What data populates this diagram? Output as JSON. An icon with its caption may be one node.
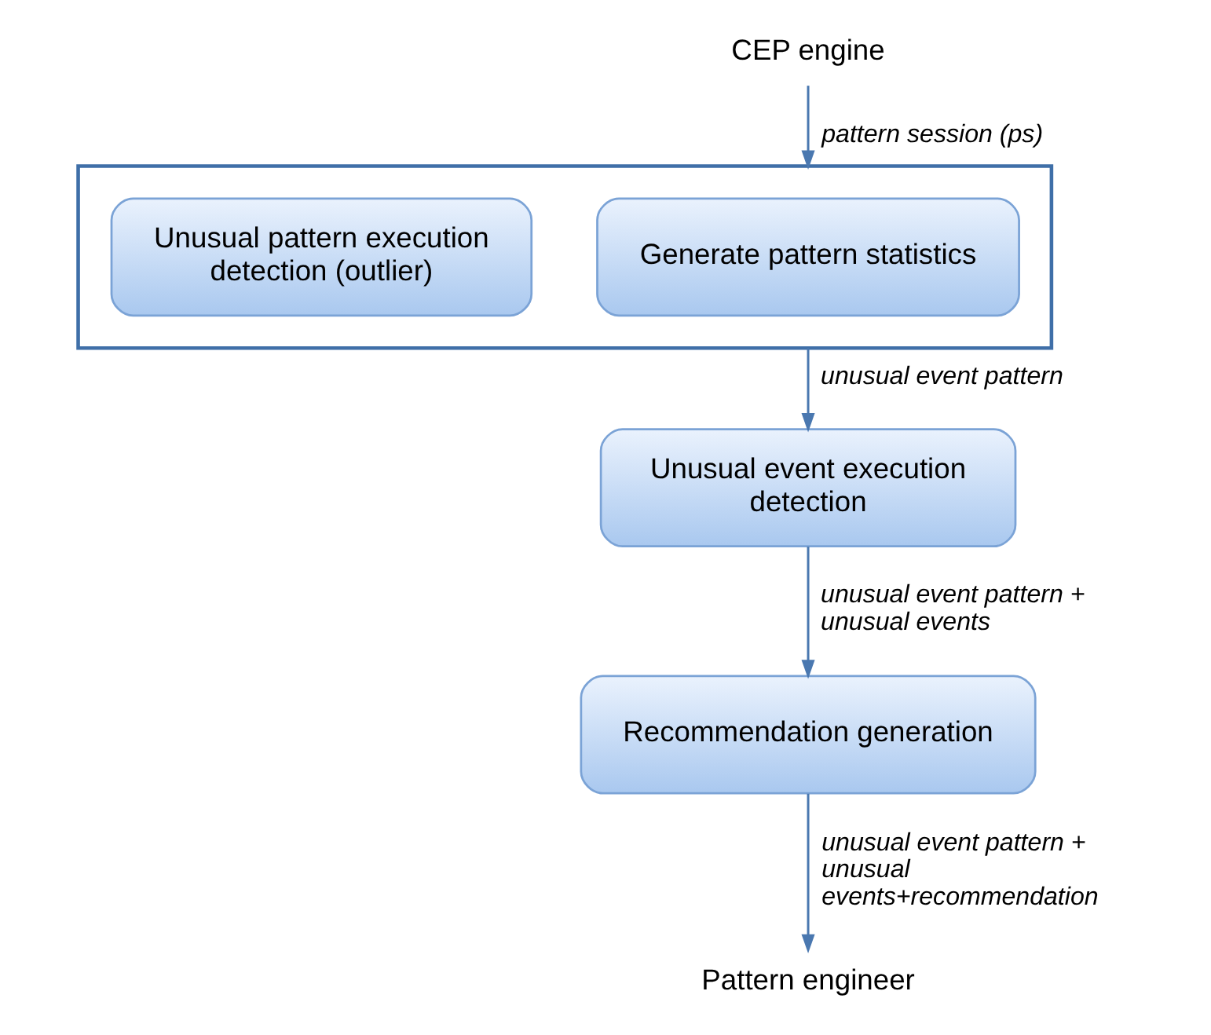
{
  "diagram": {
    "nodes": [
      {
        "text": [
          "CEP engine"
        ]
      },
      {
        "text": [],
        "shape": "box"
      },
      {
        "text": [
          "Generate pattern statistics"
        ],
        "in": 1
      },
      {
        "text": [
          "Unusual pattern execution detection (outlier)"
        ],
        "in": 1
      },
      {
        "text": [
          "Unusual event execution detection"
        ]
      },
      {
        "text": [
          "Recommendation generation"
        ]
      },
      {
        "text": [
          "Pattern engineer"
        ]
      }
    ],
    "edges": [
      {
        "from": 0,
        "to": 1,
        "arrow": "to",
        "label": "pattern session (ps)"
      },
      {
        "from": 1,
        "to": 4,
        "arrow": "to",
        "label": "unusual event pattern"
      },
      {
        "from": 4,
        "to": 5,
        "arrow": "to",
        "label": "unusual event pattern + unusual events"
      },
      {
        "from": 5,
        "to": 6,
        "arrow": "to",
        "label": "unusual event pattern + unusual events+recommendation"
      }
    ]
  }
}
